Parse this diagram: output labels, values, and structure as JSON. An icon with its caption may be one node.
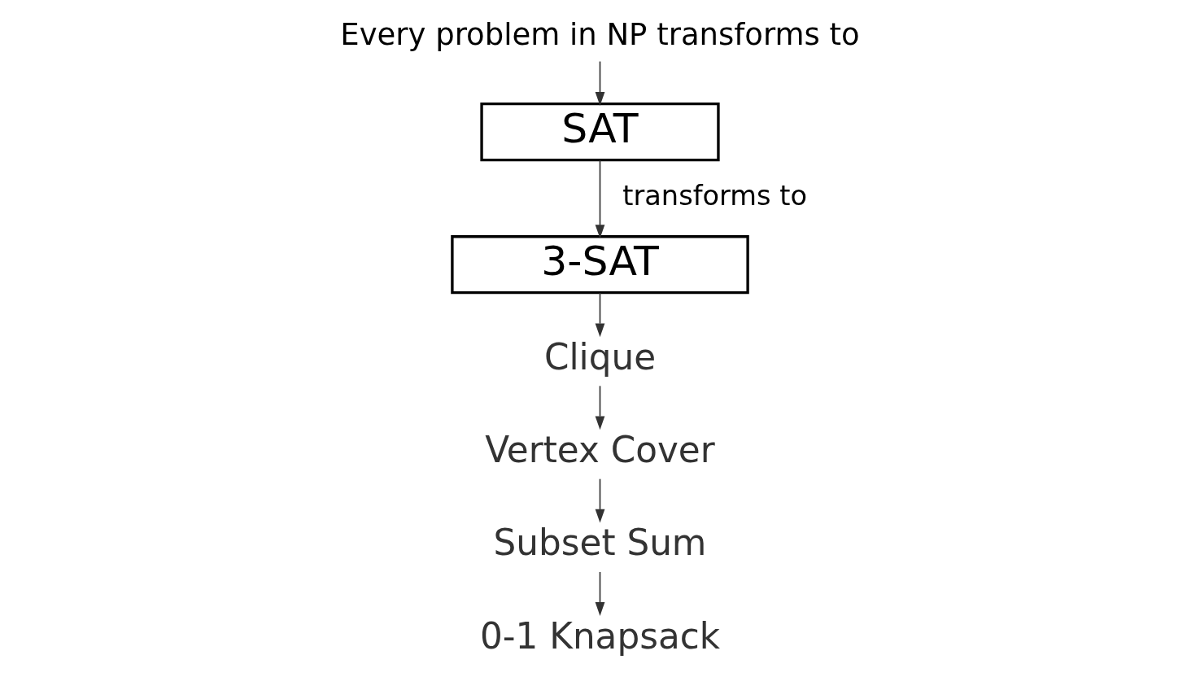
{
  "diagram": {
    "nodes": [
      {
        "text": [
          "Every problem in NP transforms to"
        ]
      },
      {
        "text": [
          "SAT"
        ]
      },
      {
        "text": [
          "3-SAT"
        ]
      },
      {
        "text": [
          "Clique"
        ]
      },
      {
        "text": [
          "Vertex Cover"
        ]
      },
      {
        "text": [
          "Subset Sum"
        ]
      },
      {
        "text": [
          "0-1 Knapsack"
        ]
      }
    ],
    "edges": [
      {
        "from": 0,
        "to": 1,
        "arrow": "to"
      },
      {
        "from": 1,
        "to": 2,
        "arrow": "to",
        "label": "transforms to"
      },
      {
        "from": 2,
        "to": 3,
        "arrow": "to"
      },
      {
        "from": 3,
        "to": 4,
        "arrow": "to"
      },
      {
        "from": 4,
        "to": 5,
        "arrow": "to"
      },
      {
        "from": 5,
        "to": 6,
        "arrow": "to"
      }
    ]
  }
}
